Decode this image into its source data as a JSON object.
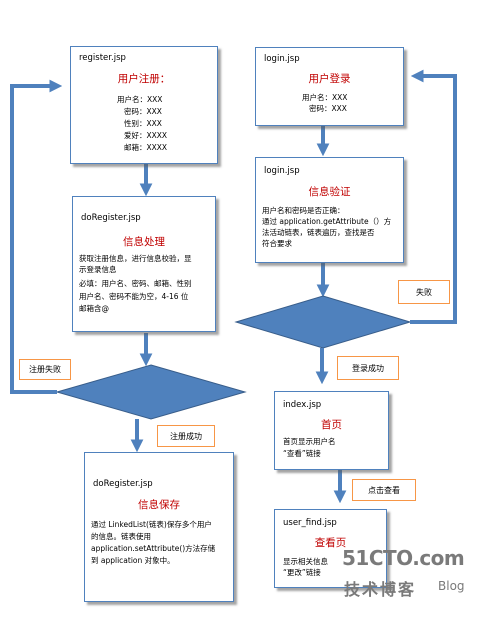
{
  "register": {
    "file": "register.jsp",
    "heading": "用户注册：",
    "fields": [
      "用户名：XXX",
      "密码：XXX",
      "性别：XXX",
      "爱好：XXXX",
      "邮箱：XXXX"
    ]
  },
  "do_register": {
    "file": "doRegister.jsp",
    "heading": "信息处理",
    "lines": [
      "获取注册信息，进行信息校验，显",
      "示登录信息",
      "必填：用户名、密码、邮箱、性别",
      "用户名、密码不能为空，4-16 位",
      "邮箱含@"
    ]
  },
  "do_register_save": {
    "file": "doRegister.jsp",
    "heading": "信息保存",
    "lines": [
      "通过 LinkedList(链表)保存多个用户",
      "的信息。链表使用",
      "application.setAttribute()方法存储",
      "到 application 对象中。"
    ]
  },
  "login": {
    "file": "login.jsp",
    "heading": "用户登录",
    "fields": [
      "用户名：XXX",
      "密码：XXX"
    ]
  },
  "login_verify": {
    "file": "login.jsp",
    "heading": "信息验证",
    "lines": [
      "用户名和密码是否正确：",
      "通过 application.getAttribute（）方",
      "法活动链表，链表遍历，查找是否",
      "符合要求"
    ]
  },
  "index": {
    "file": "index.jsp",
    "heading": "首页",
    "lines": [
      "首页显示用户名",
      "“查看”链接"
    ]
  },
  "user_find": {
    "file": "user_find.jsp",
    "heading": "查看页",
    "lines": [
      "显示相关信息",
      "“更改”链接"
    ]
  },
  "labels": {
    "register_fail": "注册失败",
    "register_success": "注册成功",
    "login_fail": "失败",
    "login_success": "登录成功",
    "click_view": "点击查看"
  },
  "watermark": {
    "site": "51CTO.com",
    "subtitle": "技术博客",
    "blog": "Blog"
  },
  "colors": {
    "shape_fill": "#4f81bd",
    "shape_border": "#385d8a",
    "heading_red": "#c00000",
    "label_border": "#f79646"
  }
}
